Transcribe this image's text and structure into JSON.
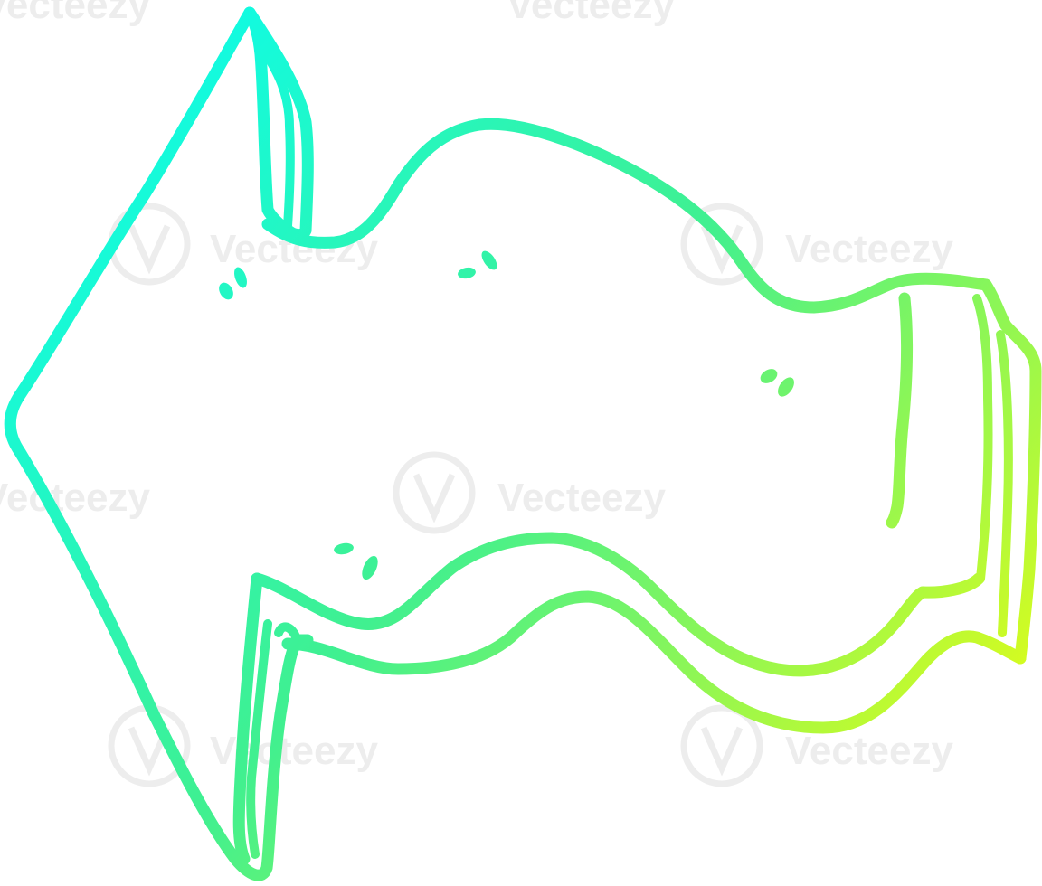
{
  "image": {
    "subject": "cartoon-arrow-pointing-left",
    "style": "line-art",
    "gradient": {
      "start_color": "#00ffff",
      "mid_color": "#40f090",
      "end_color": "#ffff00"
    },
    "background_color": "#ffffff"
  },
  "watermark": {
    "text": "Vecteezy",
    "color": "#ededed"
  }
}
